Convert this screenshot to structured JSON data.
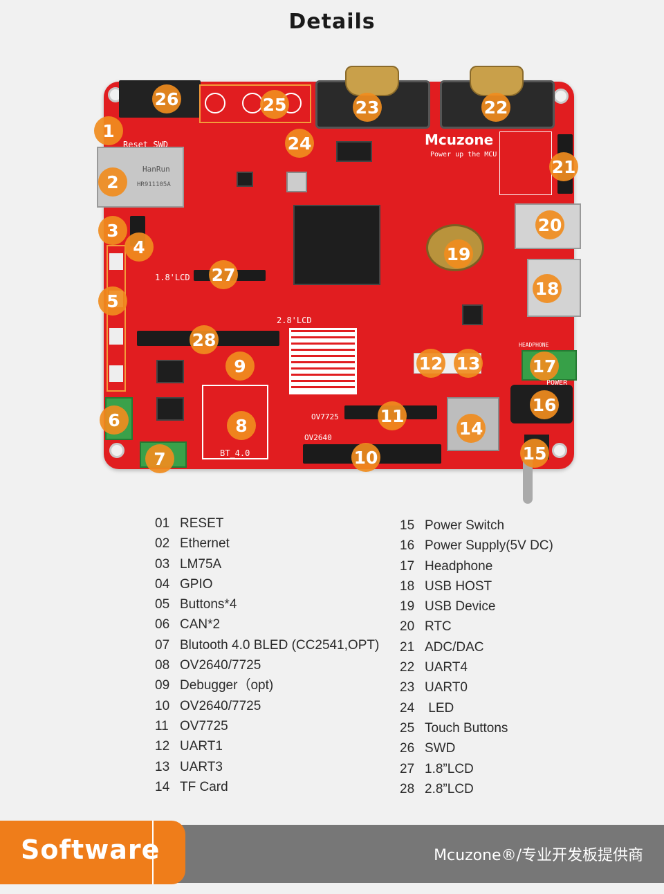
{
  "title": "Details",
  "board": {
    "brand": "Mcuzone",
    "brand_sub": "Power up the MCU",
    "silkscreen": {
      "reset_swd": "Reset   SWD",
      "lcd18": "1.8'LCD",
      "lcd28": "2.8'LCD",
      "ov7725": "OV7725",
      "ov2640": "OV2640",
      "bt": "BT_4.0",
      "hanrun": "HanRun",
      "hr": "HR911105A",
      "headphone": "HEADPHONE",
      "power": "POWER"
    },
    "badges": [
      "1",
      "2",
      "3",
      "4",
      "5",
      "6",
      "7",
      "8",
      "9",
      "10",
      "11",
      "12",
      "13",
      "14",
      "15",
      "16",
      "17",
      "18",
      "19",
      "20",
      "21",
      "22",
      "23",
      "24",
      "25",
      "26",
      "27",
      "28"
    ]
  },
  "legend_left": [
    {
      "num": "01",
      "label": "RESET"
    },
    {
      "num": "02",
      "label": "Ethernet"
    },
    {
      "num": "03",
      "label": "LM75A"
    },
    {
      "num": "04",
      "label": "GPIO"
    },
    {
      "num": "05",
      "label": "Buttons*4"
    },
    {
      "num": "06",
      "label": "CAN*2"
    },
    {
      "num": "07",
      "label": "Blutooth 4.0 BLED (CC2541,OPT)"
    },
    {
      "num": "08",
      "label": "OV2640/7725"
    },
    {
      "num": "09",
      "label": "Debugger（opt)"
    },
    {
      "num": "10",
      "label": "OV2640/7725"
    },
    {
      "num": "11",
      "label": "OV7725"
    },
    {
      "num": "12",
      "label": "UART1"
    },
    {
      "num": "13",
      "label": "UART3"
    },
    {
      "num": "14",
      "label": "TF Card"
    }
  ],
  "legend_right": [
    {
      "num": "15",
      "label": "Power Switch"
    },
    {
      "num": "16",
      "label": "Power Supply(5V DC)"
    },
    {
      "num": "17",
      "label": "Headphone"
    },
    {
      "num": "18",
      "label": "USB HOST"
    },
    {
      "num": "19",
      "label": "USB Device"
    },
    {
      "num": "20",
      "label": "RTC"
    },
    {
      "num": "21",
      "label": "ADC/DAC"
    },
    {
      "num": "22",
      "label": "UART4"
    },
    {
      "num": "23",
      "label": "UART0"
    },
    {
      "num": "24",
      "label": " LED"
    },
    {
      "num": "25",
      "label": "Touch Buttons"
    },
    {
      "num": "26",
      "label": "SWD"
    },
    {
      "num": "27",
      "label": "1.8”LCD"
    },
    {
      "num": "28",
      "label": "2.8”LCD"
    }
  ],
  "footer": {
    "software": "Software",
    "tagline": "Mcuzone®/专业开发板提供商"
  },
  "colors": {
    "board": "#e11d20",
    "badge": "#f08c1e",
    "footer_orange": "#ef7d1a",
    "footer_gray": "#777777"
  }
}
